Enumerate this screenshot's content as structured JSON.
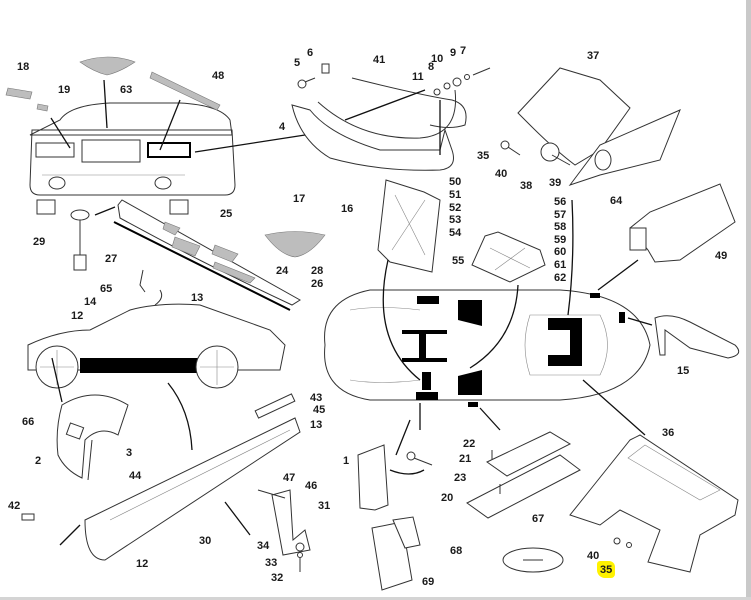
{
  "diagram": {
    "title": "",
    "type": "exploded-parts-diagram",
    "subject": "vehicle body exterior trim and panels",
    "highlight_color": "#fff200",
    "highlighted_callout": "35",
    "callouts": [
      {
        "id": "c18",
        "label": "18"
      },
      {
        "id": "c19",
        "label": "19"
      },
      {
        "id": "c63",
        "label": "63"
      },
      {
        "id": "c48",
        "label": "48"
      },
      {
        "id": "c5",
        "label": "5"
      },
      {
        "id": "c6",
        "label": "6"
      },
      {
        "id": "c41",
        "label": "41"
      },
      {
        "id": "c10",
        "label": "10"
      },
      {
        "id": "c9",
        "label": "9"
      },
      {
        "id": "c7",
        "label": "7"
      },
      {
        "id": "c8",
        "label": "8"
      },
      {
        "id": "c11",
        "label": "11"
      },
      {
        "id": "c4",
        "label": "4"
      },
      {
        "id": "c37",
        "label": "37"
      },
      {
        "id": "c35a",
        "label": "35"
      },
      {
        "id": "c40a",
        "label": "40"
      },
      {
        "id": "c38",
        "label": "38"
      },
      {
        "id": "c39",
        "label": "39"
      },
      {
        "id": "c50",
        "label": "50"
      },
      {
        "id": "c51",
        "label": "51"
      },
      {
        "id": "c52",
        "label": "52"
      },
      {
        "id": "c53",
        "label": "53"
      },
      {
        "id": "c54",
        "label": "54"
      },
      {
        "id": "c56",
        "label": "56"
      },
      {
        "id": "c57",
        "label": "57"
      },
      {
        "id": "c58",
        "label": "58"
      },
      {
        "id": "c59",
        "label": "59"
      },
      {
        "id": "c60",
        "label": "60"
      },
      {
        "id": "c61",
        "label": "61"
      },
      {
        "id": "c62",
        "label": "62"
      },
      {
        "id": "c55",
        "label": "55"
      },
      {
        "id": "c64",
        "label": "64"
      },
      {
        "id": "c49",
        "label": "49"
      },
      {
        "id": "c15",
        "label": "15"
      },
      {
        "id": "c29",
        "label": "29"
      },
      {
        "id": "c25",
        "label": "25"
      },
      {
        "id": "c27",
        "label": "27"
      },
      {
        "id": "c17",
        "label": "17"
      },
      {
        "id": "c16",
        "label": "16"
      },
      {
        "id": "c24",
        "label": "24"
      },
      {
        "id": "c28",
        "label": "28"
      },
      {
        "id": "c26",
        "label": "26"
      },
      {
        "id": "c65",
        "label": "65"
      },
      {
        "id": "c13a",
        "label": "13"
      },
      {
        "id": "c14",
        "label": "14"
      },
      {
        "id": "c12a",
        "label": "12"
      },
      {
        "id": "c43",
        "label": "43"
      },
      {
        "id": "c45",
        "label": "45"
      },
      {
        "id": "c13b",
        "label": "13"
      },
      {
        "id": "c66",
        "label": "66"
      },
      {
        "id": "c3",
        "label": "3"
      },
      {
        "id": "c2",
        "label": "2"
      },
      {
        "id": "c44",
        "label": "44"
      },
      {
        "id": "c47",
        "label": "47"
      },
      {
        "id": "c46",
        "label": "46"
      },
      {
        "id": "c31",
        "label": "31"
      },
      {
        "id": "c34",
        "label": "34"
      },
      {
        "id": "c33",
        "label": "33"
      },
      {
        "id": "c32",
        "label": "32"
      },
      {
        "id": "c42",
        "label": "42"
      },
      {
        "id": "c30",
        "label": "30"
      },
      {
        "id": "c12b",
        "label": "12"
      },
      {
        "id": "c1",
        "label": "1"
      },
      {
        "id": "c22",
        "label": "22"
      },
      {
        "id": "c21",
        "label": "21"
      },
      {
        "id": "c23",
        "label": "23"
      },
      {
        "id": "c20",
        "label": "20"
      },
      {
        "id": "c67",
        "label": "67"
      },
      {
        "id": "c68",
        "label": "68"
      },
      {
        "id": "c69",
        "label": "69"
      },
      {
        "id": "c36",
        "label": "36"
      },
      {
        "id": "c40b",
        "label": "40"
      },
      {
        "id": "c35b",
        "label": "35"
      }
    ]
  }
}
